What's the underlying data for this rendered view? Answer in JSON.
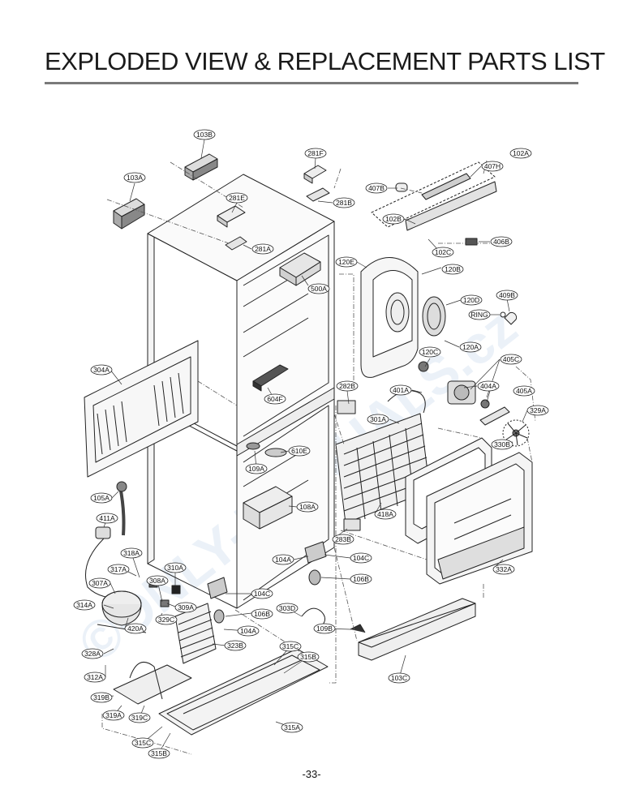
{
  "header": {
    "title": "EXPLODED VIEW & REPLACEMENT PARTS LIST"
  },
  "watermark": "©ONLY-MANUALS.cz",
  "footer": {
    "page_number": "-33-"
  },
  "parts": [
    "103B",
    "281F",
    "102A",
    "103A",
    "407H",
    "407B",
    "281E",
    "281B",
    "102B",
    "406B",
    "102C",
    "281A",
    "120E",
    "120B",
    "500A",
    "409B",
    "120D",
    "RING",
    "120A",
    "120C",
    "405C",
    "304A",
    "282B",
    "604F",
    "401A",
    "404A",
    "405A",
    "329A",
    "301A",
    "330B",
    "610E",
    "109A",
    "105A",
    "108A",
    "418A",
    "411A",
    "283B",
    "104C",
    "318A",
    "104A",
    "317A",
    "310A",
    "106B",
    "332A",
    "308A",
    "307A",
    "104C",
    "314A",
    "309A",
    "303D",
    "329C",
    "106B",
    "420A",
    "104A",
    "109B",
    "323B",
    "315C",
    "328A",
    "315B",
    "103C",
    "312A",
    "319B",
    "319A",
    "319C",
    "315A",
    "315C",
    "315B"
  ]
}
